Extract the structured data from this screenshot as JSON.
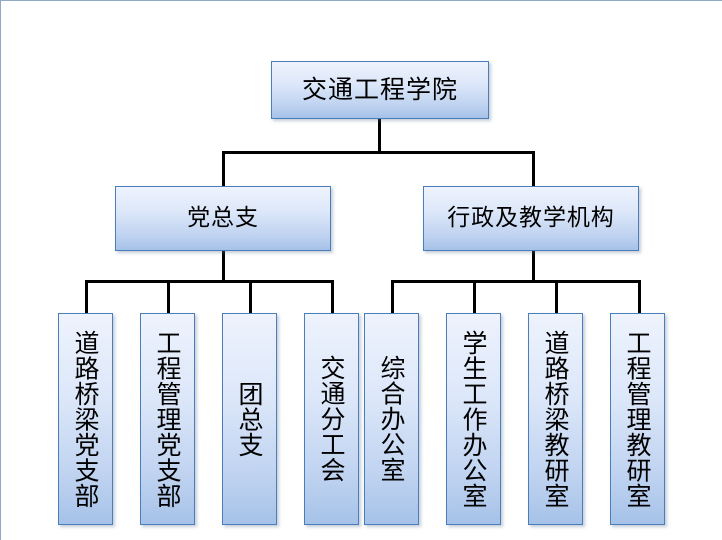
{
  "diagram": {
    "type": "organization-chart",
    "title_node": {
      "id": "root",
      "label": "交通工程学院"
    },
    "level2": [
      {
        "id": "party",
        "label": "党总支"
      },
      {
        "id": "admin",
        "label": "行政及教学机构"
      }
    ],
    "level3": [
      {
        "id": "road-bridge-party-branch",
        "parent": "party",
        "label": "道路桥梁党支部"
      },
      {
        "id": "eng-mgmt-party-branch",
        "parent": "party",
        "label": "工程管理党支部"
      },
      {
        "id": "youth-league-branch",
        "parent": "party",
        "label": "团总支"
      },
      {
        "id": "traffic-union-branch",
        "parent": "party",
        "label": "交通分工会"
      },
      {
        "id": "general-office",
        "parent": "admin",
        "label": "综合办公室"
      },
      {
        "id": "student-affairs-office",
        "parent": "admin",
        "label": "学生工作办公室"
      },
      {
        "id": "road-bridge-teaching",
        "parent": "admin",
        "label": "道路桥梁教研室"
      },
      {
        "id": "eng-mgmt-teaching",
        "parent": "admin",
        "label": "工程管理教研室"
      }
    ],
    "colors": {
      "box_border": "#4a7ebb",
      "box_fill_top": "#eef3fd",
      "box_fill_bottom": "#a6c2e8",
      "connector": "#000000",
      "background": "#ffffff",
      "page_border": "#8fa9c6"
    }
  }
}
